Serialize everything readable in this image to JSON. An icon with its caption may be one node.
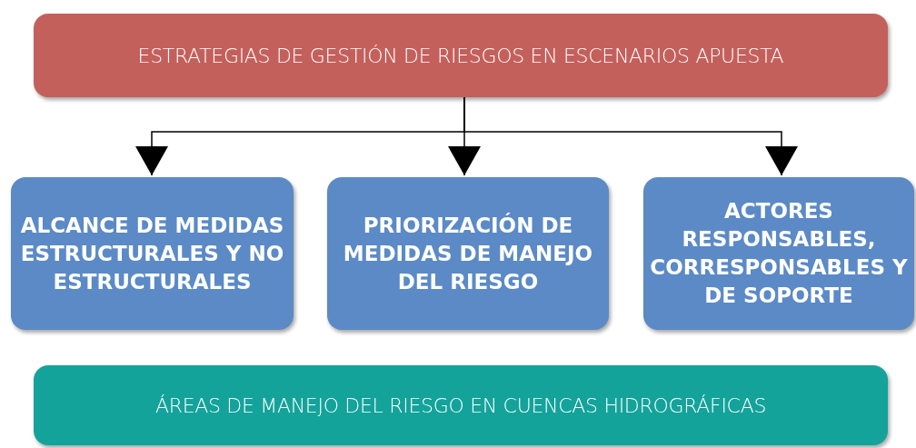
{
  "diagram": {
    "nodes": [
      {
        "text": [
          "ESTRATEGIAS DE GESTIÓN DE RIESGOS EN ESCENARIOS APUESTA"
        ]
      },
      {
        "text": [
          "ALCANCE DE MEDIDAS ESTRUCTURALES Y NO ESTRUCTURALES"
        ]
      },
      {
        "text": [
          "PRIORIZACIÓN DE MEDIDAS DE MANEJO DEL RIESGO"
        ]
      },
      {
        "text": [
          "ACTORES RESPONSABLES, CORRESPONSABLES Y DE SOPORTE"
        ]
      },
      {
        "text": [
          "ÁREAS DE MANEJO DEL RIESGO EN CUENCAS HIDROGRÁFICAS"
        ]
      }
    ],
    "edges": [
      {
        "from": 0,
        "to": 1,
        "arrow": "to"
      },
      {
        "from": 0,
        "to": 2,
        "arrow": "to"
      },
      {
        "from": 0,
        "to": 3,
        "arrow": "to"
      }
    ]
  }
}
